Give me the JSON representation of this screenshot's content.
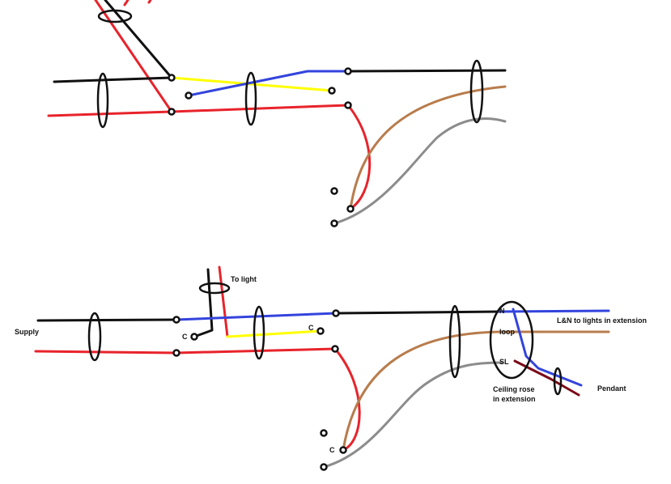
{
  "colors": {
    "black": "#111111",
    "red": "#e8232b",
    "yellow": "#ffff00",
    "blue": "#3344dd",
    "brown": "#b87c4c",
    "grey": "#8c8c8c",
    "maroon": "#7a0a18",
    "rose_outline": "#c8c8c8"
  },
  "labels": {
    "to_light": "To light",
    "supply": "Supply",
    "c_switch_left": "C",
    "c_switch_right": "C",
    "c_two_way": "C",
    "n": "N",
    "loop": "loop",
    "sl": "SL",
    "ln_to_lights": "L&N to lights in extension",
    "pendant": "Pendant",
    "ceiling_rose_line1": "Ceiling rose",
    "ceiling_rose_line2": "in extension"
  }
}
